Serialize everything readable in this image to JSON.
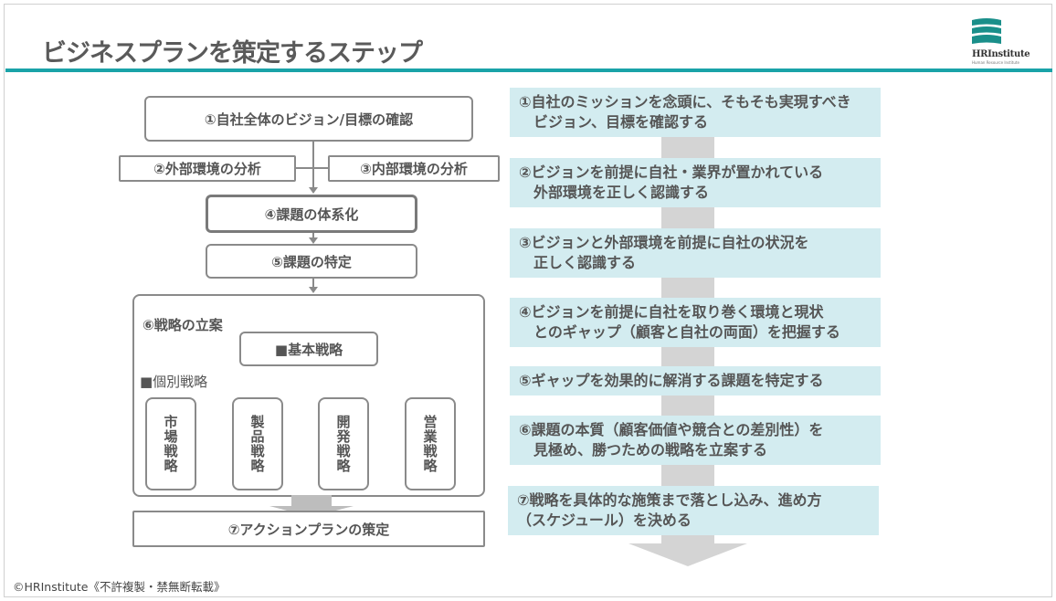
{
  "header": {
    "title": "ビジネスプランを策定するステップ",
    "logo_text": "HRInstitute",
    "logo_sub": "Human Resource Institute",
    "accent_color": "#1aa3a8",
    "logo_color": "#1a8f8a"
  },
  "flow": {
    "step1": "①自社全体のビジョン/目標の確認",
    "step2": "②外部環境の分析",
    "step3": "③内部環境の分析",
    "step4": "④課題の体系化",
    "step5": "⑤課題の特定",
    "step6": "⑥戦略の立案",
    "basic_strategy": "■基本戦略",
    "individual_strategy": "■個別戦略",
    "strategies": [
      "市場戦略",
      "製品戦略",
      "開発戦略",
      "営業戦略"
    ],
    "step7": "⑦アクションプランの策定"
  },
  "steps": [
    "①自社のミッションを念頭に、そもそも実現すべき\n　ビジョン、目標を確認する",
    "②ビジョンを前提に自社・業界が置かれている\n　外部環境を正しく認識する",
    "③ビジョンと外部環境を前提に自社の状況を\n　正しく認識する",
    "④ビジョンを前提に自社を取り巻く環境と現状\n　とのギャップ（顧客と自社の両面）を把握する",
    "⑤ギャップを効果的に解消する課題を特定する",
    "⑥課題の本質（顧客価値や競合との差別性）を\n　見極め、勝つための戦略を立案する",
    "⑦戦略を具体的な施策まで落とし込み、進め方\n（スケジュール）を決める"
  ],
  "footer": {
    "copyright": "©HRInstitute《不許複製・禁無断転載》"
  }
}
